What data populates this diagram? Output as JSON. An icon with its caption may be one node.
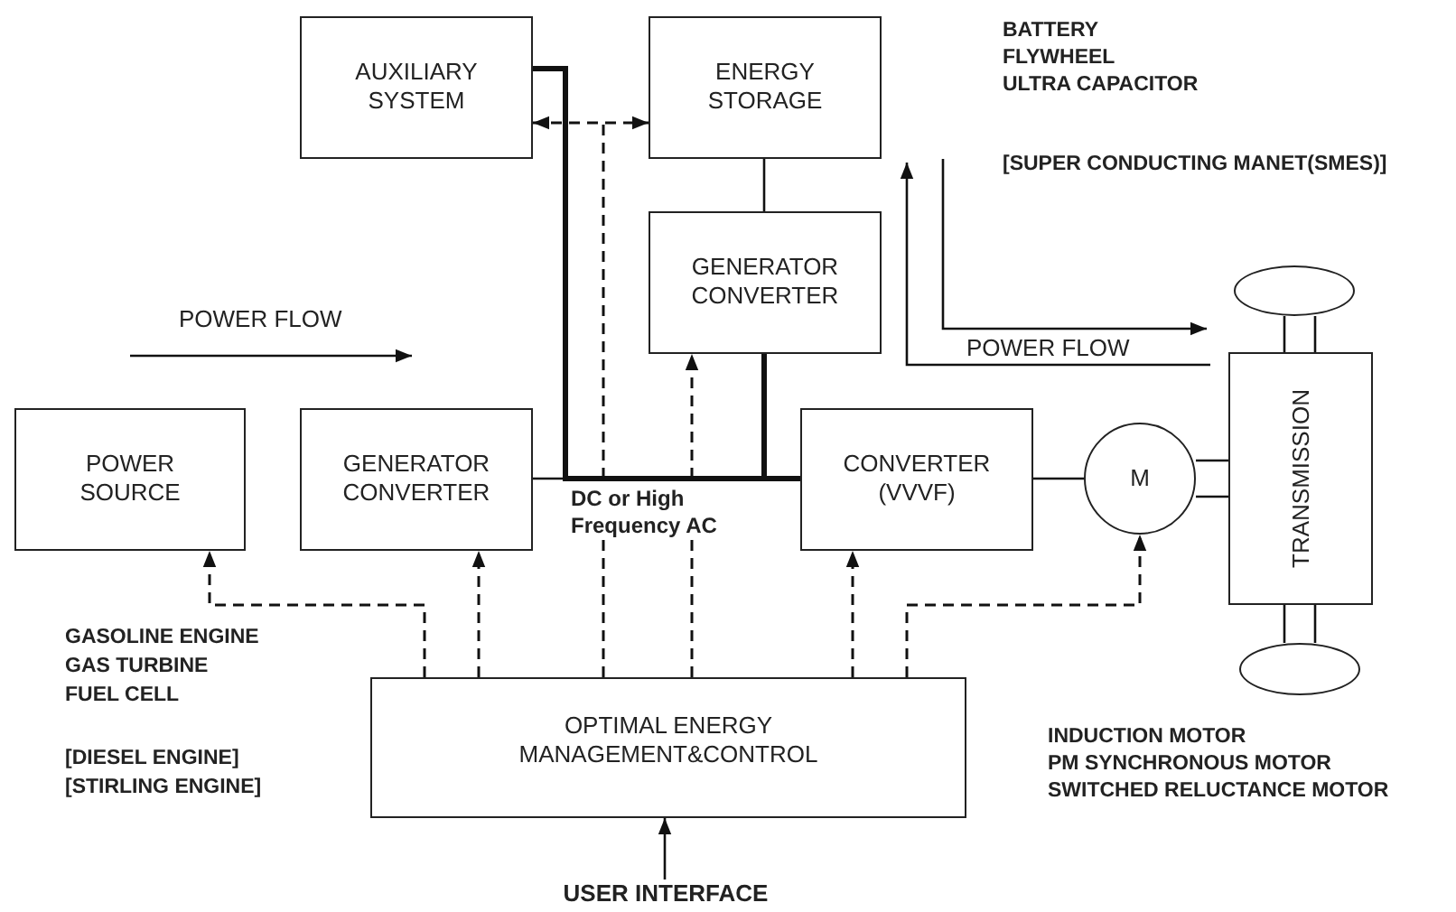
{
  "diagram": {
    "nodes": [
      {
        "text": [
          "AUXILIARY SYSTEM"
        ]
      },
      {
        "text": [
          "ENERGY STORAGE"
        ]
      },
      {
        "text": [
          "GENERATOR CONVERTER"
        ]
      },
      {
        "text": [
          "POWER SOURCE"
        ]
      },
      {
        "text": [
          "GENERATOR CONVERTER"
        ]
      },
      {
        "text": [
          "CONVERTER (VVVF)"
        ]
      },
      {
        "text": [
          "M"
        ]
      },
      {
        "text": [
          "TRANSMISSION"
        ]
      },
      {
        "text": [],
        "shape": "circle"
      },
      {
        "text": [],
        "shape": "circle"
      },
      {
        "text": [
          "OPTIMAL ENERGY MANAGEMENT&CONTROL"
        ]
      },
      {
        "text": [
          "USER INTERFACE"
        ]
      }
    ],
    "edges": [
      {
        "from": 0,
        "to": 1,
        "arrow": "both",
        "style": "dashed"
      },
      {
        "from": 1,
        "to": 2,
        "arrow": "none"
      },
      {
        "from": 4,
        "to": 5,
        "arrow": "none",
        "label": "DC or High Frequency AC"
      },
      {
        "from": 0,
        "to": 5,
        "arrow": "none",
        "style": "thick"
      },
      {
        "from": 2,
        "to": 5,
        "arrow": "none",
        "style": "thick"
      },
      {
        "from": 5,
        "to": 6,
        "arrow": "none"
      },
      {
        "from": 6,
        "to": 7,
        "arrow": "none"
      },
      {
        "from": 8,
        "to": 7,
        "arrow": "none"
      },
      {
        "from": 7,
        "to": 9,
        "arrow": "none"
      },
      {
        "from": 10,
        "to": 3,
        "arrow": "to",
        "style": "dashed"
      },
      {
        "from": 10,
        "to": 4,
        "arrow": "to",
        "style": "dashed"
      },
      {
        "from": 10,
        "to": null,
        "arrow": "none",
        "style": "dashed"
      },
      {
        "from": 10,
        "to": 2,
        "arrow": "to",
        "style": "dashed"
      },
      {
        "from": 10,
        "to": 5,
        "arrow": "to",
        "style": "dashed"
      },
      {
        "from": 10,
        "to": 6,
        "arrow": "to",
        "style": "dashed"
      },
      {
        "from": 11,
        "to": 10,
        "arrow": "to"
      }
    ],
    "labels": [
      "BATTERY",
      "FLYWHEEL",
      "ULTRA CAPACITOR",
      "[SUPER CONDUCTING MANET(SMES)]",
      "POWER FLOW",
      "POWER FLOW",
      "GASOLINE ENGINE",
      "GAS TURBINE",
      "FUEL CELL",
      "[DIESEL ENGINE]",
      "[STIRLING ENGINE]",
      "INDUCTION MOTOR",
      "PM SYNCHRONOUS MOTOR",
      "SWITCHED RELUCTANCE MOTOR"
    ]
  }
}
